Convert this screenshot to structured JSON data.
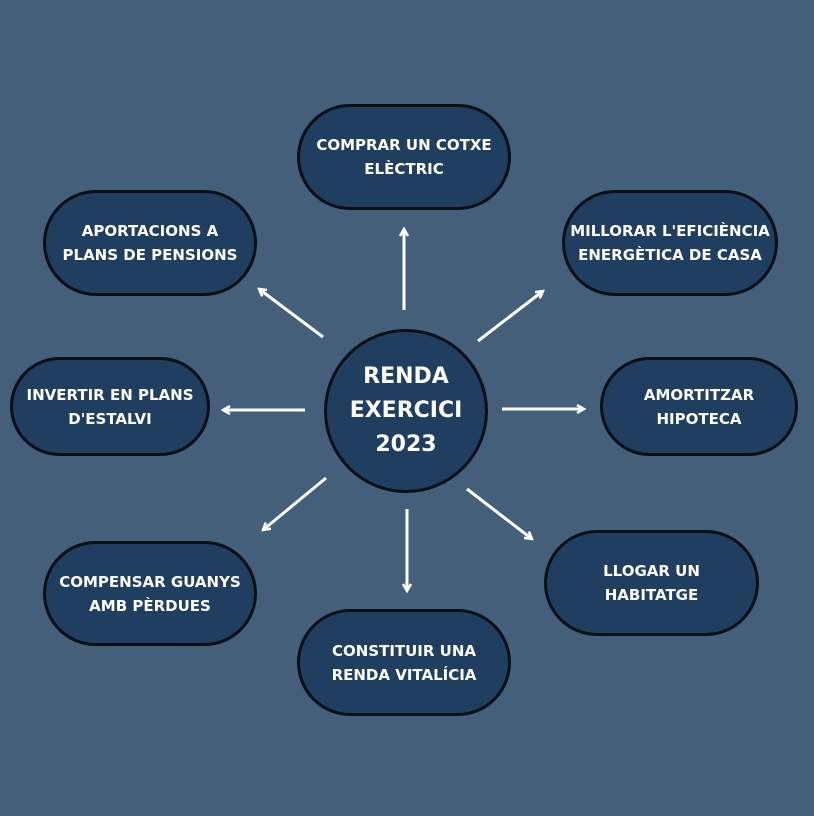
{
  "center": {
    "lines": [
      "RENDA",
      "EXERCICI",
      "2023"
    ]
  },
  "nodes": [
    {
      "id": "comprar-cotxe",
      "lines": [
        "COMPRAR UN COTXE",
        "ELÈCTRIC"
      ]
    },
    {
      "id": "aportacions",
      "lines": [
        "APORTACIONS A",
        "PLANS DE PENSIONS"
      ]
    },
    {
      "id": "millorar",
      "lines": [
        "MILLORAR L'EFICIÈNCIA",
        "ENERGÈTICA DE CASA"
      ]
    },
    {
      "id": "invertir",
      "lines": [
        "INVERTIR EN PLANS",
        "D'ESTALVI"
      ]
    },
    {
      "id": "amortitzar",
      "lines": [
        "AMORTITZAR",
        "HIPOTECA"
      ]
    },
    {
      "id": "compensar",
      "lines": [
        "COMPENSAR GUANYS",
        "AMB PÈRDUES"
      ]
    },
    {
      "id": "llogar",
      "lines": [
        "LLOGAR UN",
        "HABITATGE"
      ]
    },
    {
      "id": "constituir",
      "lines": [
        "CONSTITUIR UNA",
        "RENDA VITALÍCIA"
      ]
    }
  ],
  "colors": {
    "background": "#435f7a",
    "node_fill": "#1f3e60",
    "border": "#0a0f14",
    "arrow": "#ffffff"
  }
}
